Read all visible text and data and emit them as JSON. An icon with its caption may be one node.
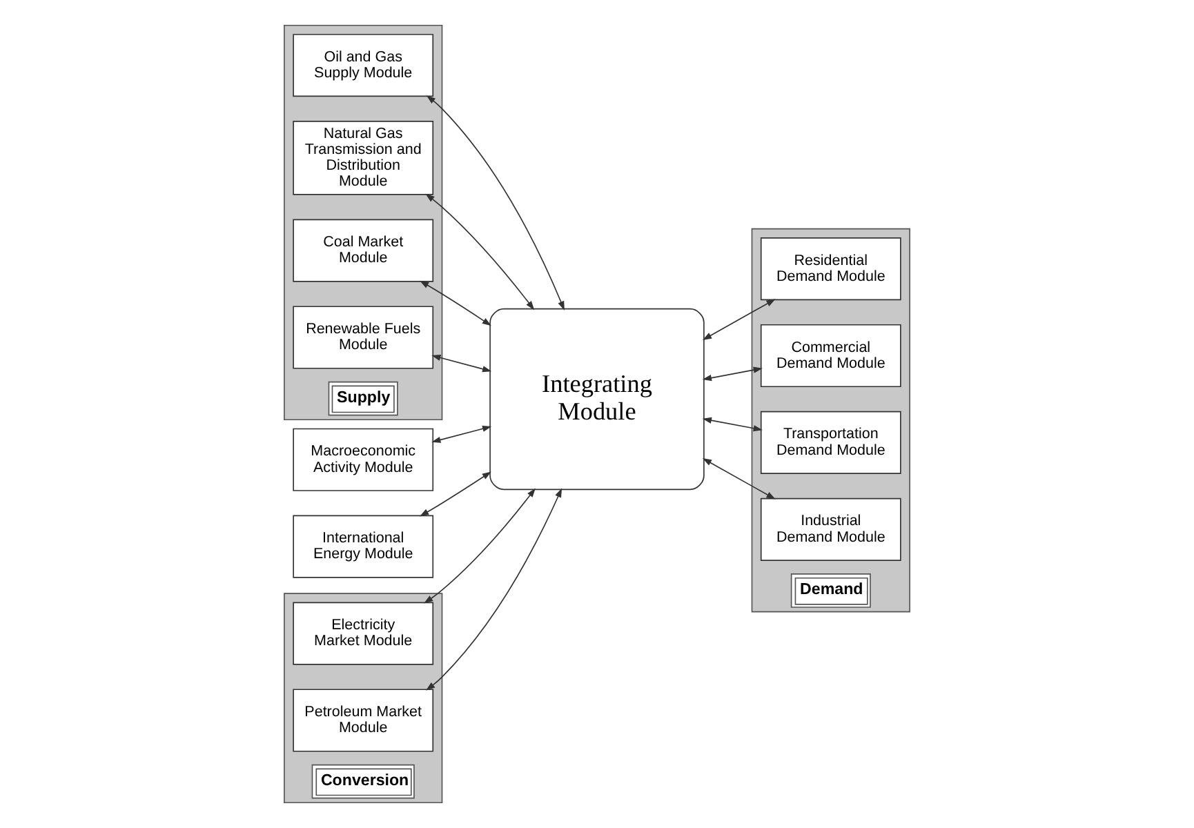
{
  "diagram": {
    "nodes": [
      {
        "text": [
          "Supply"
        ]
      },
      {
        "text": [
          "Oil and Gas Supply Module"
        ],
        "in": 0
      },
      {
        "text": [
          "Natural Gas Transmission and Distribution Module"
        ],
        "in": 0
      },
      {
        "text": [
          "Coal Market Module"
        ],
        "in": 0
      },
      {
        "text": [
          "Renewable Fuels Module"
        ],
        "in": 0
      },
      {
        "text": [
          "Macroeconomic Activity Module"
        ]
      },
      {
        "text": [
          "International Energy Module"
        ]
      },
      {
        "text": [
          "Integrating Module"
        ]
      },
      {
        "text": [
          "Conversion"
        ]
      },
      {
        "text": [
          "Electricity Market Module"
        ],
        "in": 8
      },
      {
        "text": [
          "Petroleum Market Module"
        ],
        "in": 8
      },
      {
        "text": [
          "Demand"
        ]
      },
      {
        "text": [
          "Residential Demand Module"
        ],
        "in": 11
      },
      {
        "text": [
          "Commercial Demand Module"
        ],
        "in": 11
      },
      {
        "text": [
          "Transportation Demand Module"
        ],
        "in": 11
      },
      {
        "text": [
          "Industrial Demand Module"
        ],
        "in": 11
      }
    ],
    "edges": [
      {
        "from": 1,
        "to": 7,
        "arrow": "both"
      },
      {
        "from": 2,
        "to": 7,
        "arrow": "both"
      },
      {
        "from": 3,
        "to": 7,
        "arrow": "both"
      },
      {
        "from": 4,
        "to": 7,
        "arrow": "both"
      },
      {
        "from": 5,
        "to": 7,
        "arrow": "both"
      },
      {
        "from": 6,
        "to": 7,
        "arrow": "both"
      },
      {
        "from": 9,
        "to": 7,
        "arrow": "both"
      },
      {
        "from": 10,
        "to": 7,
        "arrow": "both"
      },
      {
        "from": 12,
        "to": 7,
        "arrow": "both"
      },
      {
        "from": 13,
        "to": 7,
        "arrow": "both"
      },
      {
        "from": 14,
        "to": 7,
        "arrow": "both"
      },
      {
        "from": 15,
        "to": 7,
        "arrow": "both"
      }
    ]
  }
}
